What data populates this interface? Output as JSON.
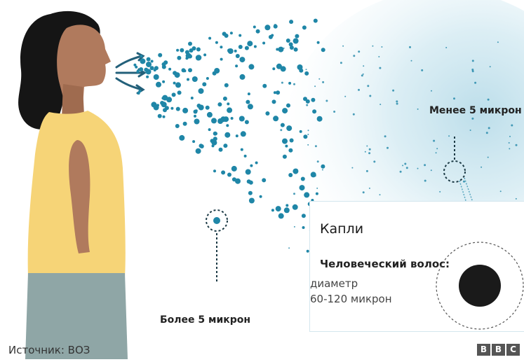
{
  "labels": {
    "more_than_5": "Более 5 микрон",
    "less_than_5": "Менее 5 микрон"
  },
  "info_box": {
    "title": "Капли",
    "hair_title": "Человеческий волос:",
    "hair_line1": "диаметр",
    "hair_line2": "60-120 микрон"
  },
  "footer": {
    "source": "Источник: ВОЗ",
    "logo_letters": [
      "B",
      "B",
      "C"
    ]
  },
  "colors": {
    "droplet": "#1f86a7",
    "skin": "#b07a5d",
    "hair": "#151515",
    "shirt": "#f6d477",
    "pants": "#8fa6a6",
    "aerosol_cloud": "#cde7f0",
    "dotted_line": "#1c3a45"
  }
}
